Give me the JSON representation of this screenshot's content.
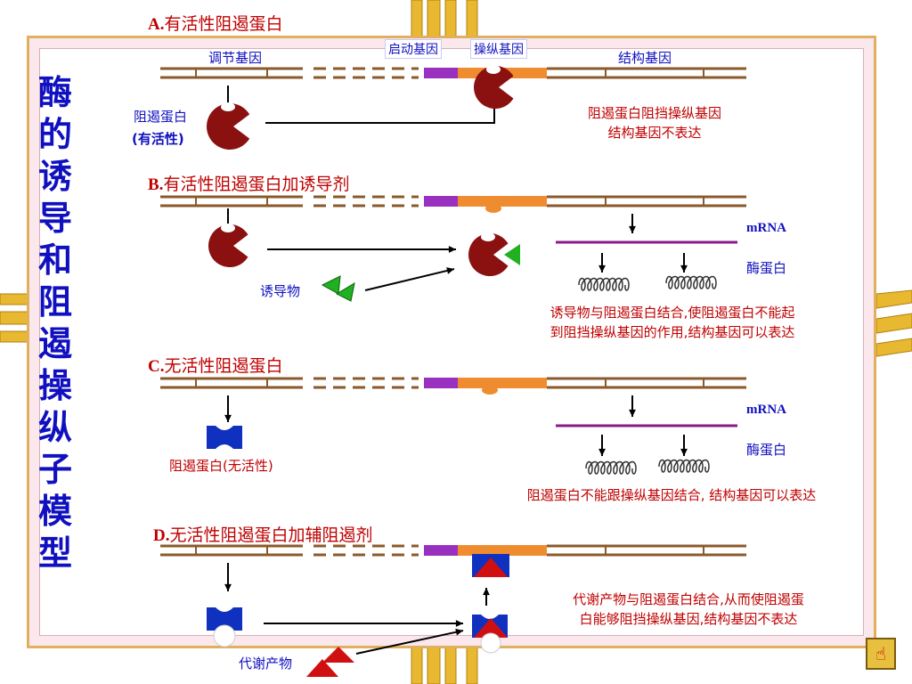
{
  "chart_data": {
    "type": "diagram",
    "title": "酶的诱导和阻遏操纵子模型",
    "gene_labels": {
      "regulator": "调节基因",
      "promoter": "启动基因",
      "operator": "操纵基因",
      "structural": "结构基因"
    },
    "sections": [
      {
        "id": "A",
        "prefix": "A.",
        "title": "有活性阻遏蛋白",
        "repressor_label": "阻遏蛋白",
        "repressor_label2": "(有活性)",
        "description": [
          "阻遏蛋白阻挡操纵基因",
          "结构基因不表达"
        ]
      },
      {
        "id": "B",
        "prefix": "B.",
        "title": "有活性阻遏蛋白加诱导剂",
        "inducer_label": "诱导物",
        "mrna_label": "mRNA",
        "enzyme_label": "酶蛋白",
        "description": [
          "诱导物与阻遏蛋白结合,使阻遏蛋白不能起",
          "到阻挡操纵基因的作用,结构基因可以表达"
        ]
      },
      {
        "id": "C",
        "prefix": "C.",
        "title": "无活性阻遏蛋白",
        "repressor_label": "阻遏蛋白(无活性)",
        "mrna_label": "mRNA",
        "enzyme_label": "酶蛋白",
        "description": [
          "阻遏蛋白不能跟操纵基因结合, 结构基因可以表达"
        ]
      },
      {
        "id": "D",
        "prefix": "D.",
        "title": "无活性阻遏蛋白加辅阻遏剂",
        "corepressor_label": "代谢产物",
        "description": [
          "代谢产物与阻遏蛋白结合,从而使阻遏蛋",
          "白能够阻挡操纵基因,结构基因不表达"
        ]
      }
    ],
    "colors": {
      "dna": "#8b5a2b",
      "promoter": "#9a30c0",
      "operator": "#f08c30",
      "repressor_active": "#8b1010",
      "repressor_inactive": "#1030c0",
      "inducer": "#20b020",
      "corepressor": "#d01010",
      "mrna": "#8a1a8a",
      "title_blue": "#1010c0",
      "title_red": "#c00000"
    }
  }
}
